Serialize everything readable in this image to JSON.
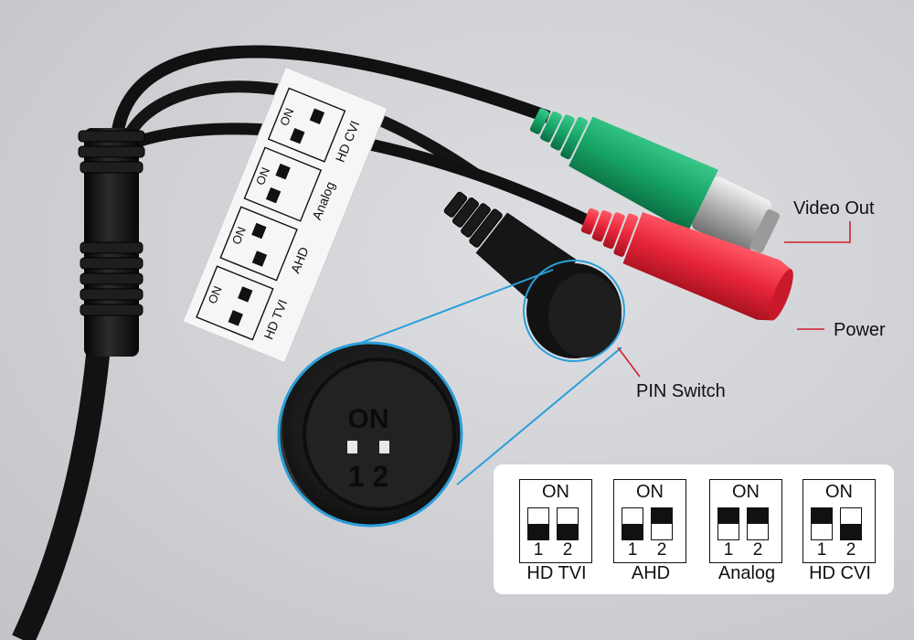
{
  "callouts": {
    "video_out": "Video Out",
    "power": "Power",
    "pin_switch": "PIN Switch"
  },
  "zoom": {
    "on_label": "ON",
    "digits": "1 2"
  },
  "cable_tag": {
    "on_label": "ON",
    "modes": [
      "HD TVI",
      "AHD",
      "Analog",
      "HD CVI"
    ]
  },
  "legend": {
    "on_label": "ON",
    "switch_numbers": [
      "1",
      "2"
    ],
    "modes": [
      {
        "name": "HD TVI",
        "switch1": "down",
        "switch2": "down"
      },
      {
        "name": "AHD",
        "switch1": "down",
        "switch2": "up"
      },
      {
        "name": "Analog",
        "switch1": "up",
        "switch2": "up"
      },
      {
        "name": "HD CVI",
        "switch1": "up",
        "switch2": "down"
      }
    ]
  },
  "colors": {
    "background": "#cfd0d4",
    "callout_line": "#d21f2b",
    "zoom_ring": "#2a9fd8",
    "green_plug": "#1aa86a",
    "red_plug": "#e8253a",
    "cable": "#141414"
  }
}
